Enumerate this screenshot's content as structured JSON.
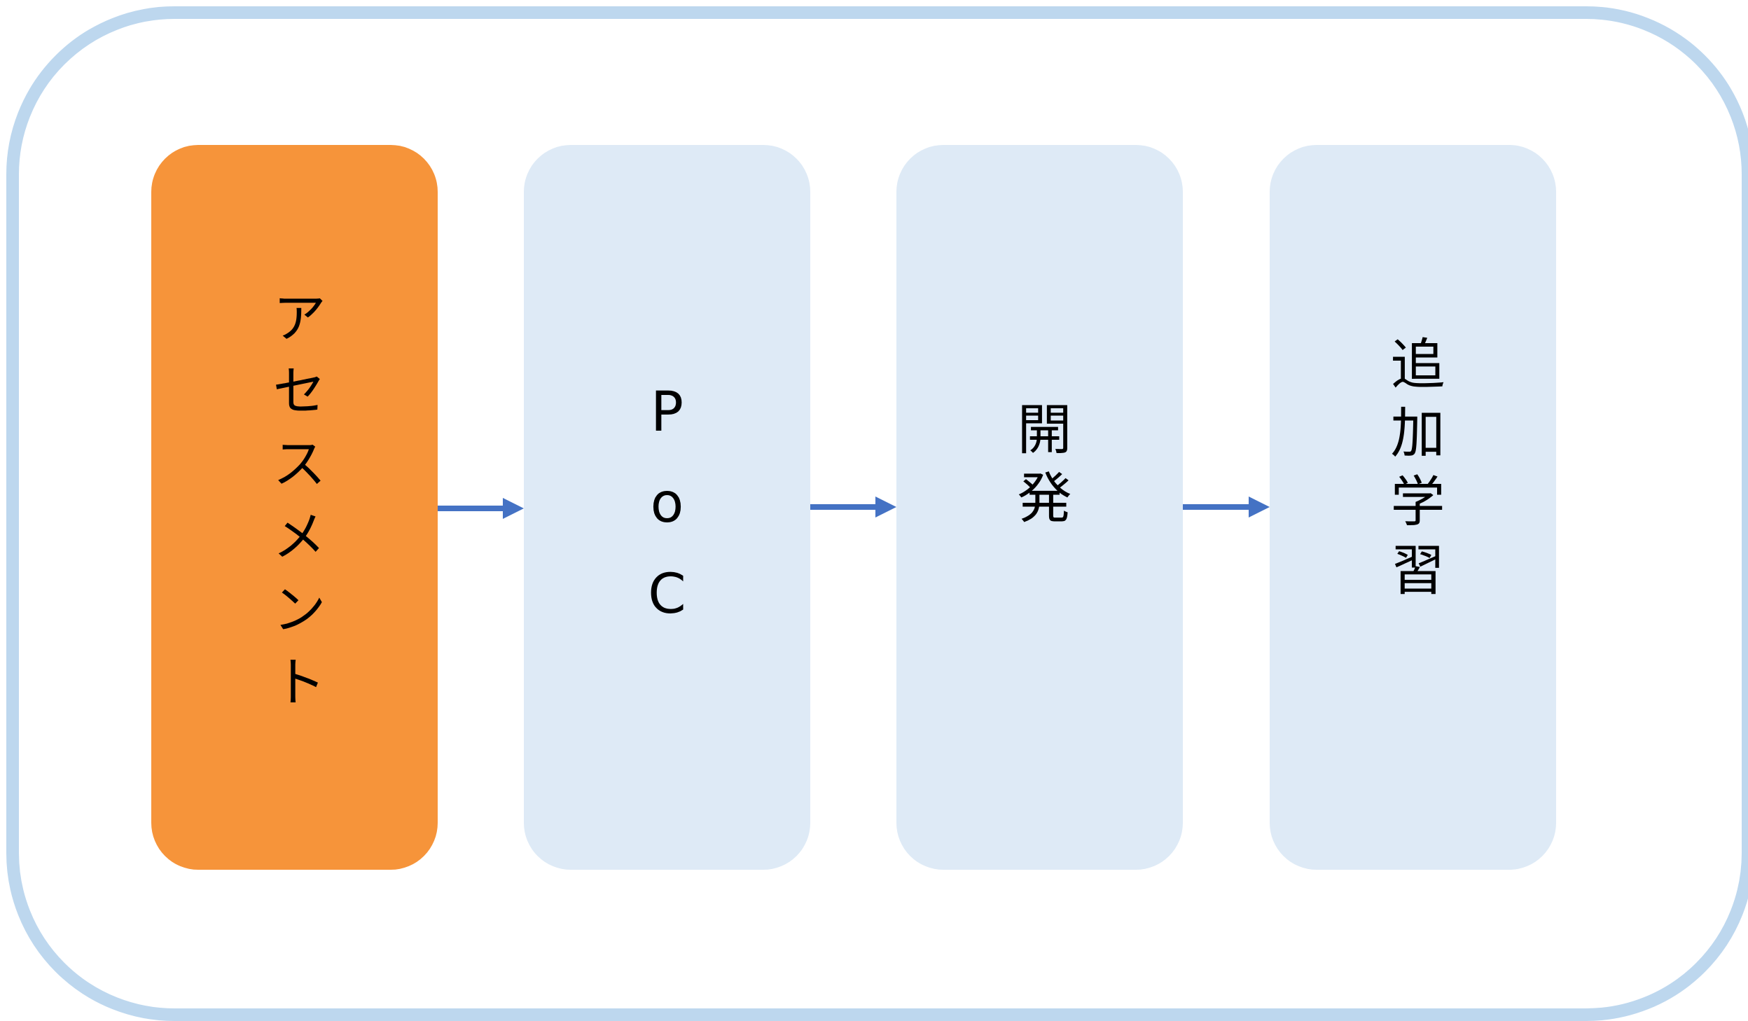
{
  "flow": {
    "stages": [
      {
        "label": "アセスメント",
        "state": "active"
      },
      {
        "label": "PoC",
        "state": "inactive"
      },
      {
        "label": "開発",
        "state": "inactive"
      },
      {
        "label": "追加学習",
        "state": "inactive"
      }
    ],
    "colors": {
      "frame_border": "#bdd7ee",
      "active_fill": "#f6943a",
      "inactive_fill": "#deeaf6",
      "arrow": "#4472c4",
      "text": "#000000"
    }
  }
}
